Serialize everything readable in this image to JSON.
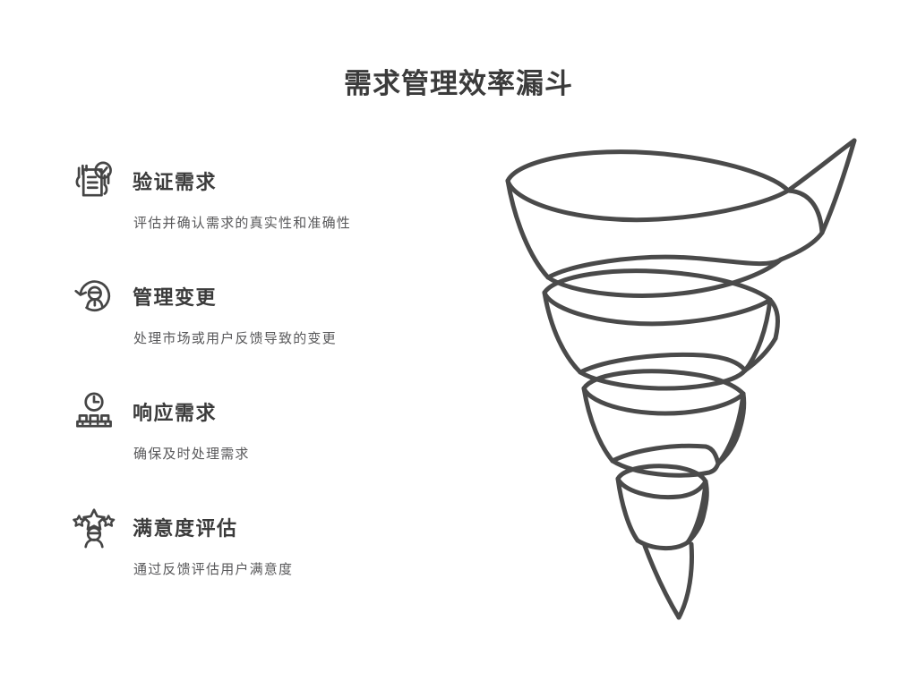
{
  "slide": {
    "title": "需求管理效率漏斗",
    "background_color": "#ffffff",
    "ink_color": "#4a4a4a",
    "title_color": "#3b3b3b",
    "desc_color": "#58585a"
  },
  "steps": [
    {
      "icon": "document-check-hand-icon",
      "title": "验证需求",
      "desc": "评估并确认需求的真实性和准确性"
    },
    {
      "icon": "person-refresh-cycle-icon",
      "title": "管理变更",
      "desc": "处理市场或用户反馈导致的变更"
    },
    {
      "icon": "clock-conveyor-belt-icon",
      "title": "响应需求",
      "desc": "确保及时处理需求"
    },
    {
      "icon": "stars-person-rating-icon",
      "title": "满意度评估",
      "desc": "通过反馈评估用户满意度"
    }
  ],
  "funnel": {
    "name": "spiral-funnel-illustration",
    "style": "hand-drawn-outline",
    "levels": 4,
    "stroke_color": "#4a4a4a",
    "stroke_width": 5,
    "fill": "none"
  }
}
